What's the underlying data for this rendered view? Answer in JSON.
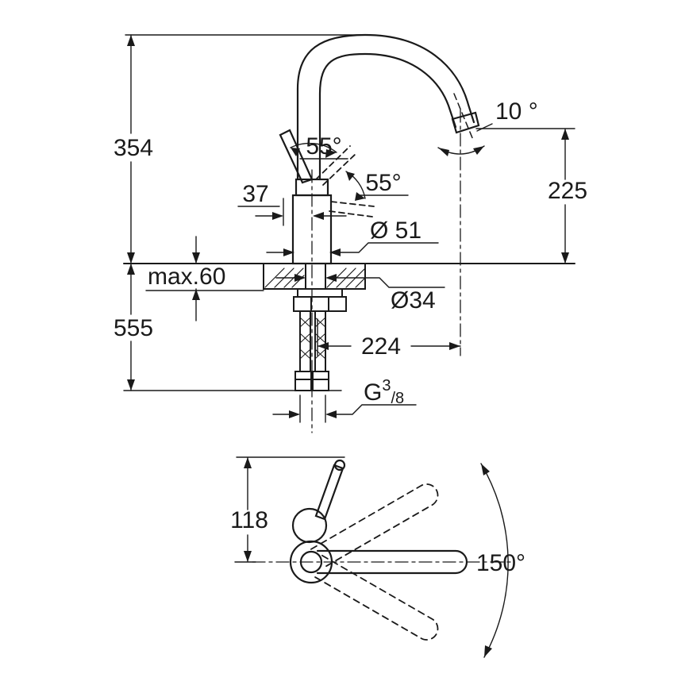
{
  "colors": {
    "line": "#1a1a1a",
    "background": "#ffffff"
  },
  "side_view": {
    "height_overall": "354",
    "depth_below": "555",
    "counter_max": "max.60",
    "body_offset": "37",
    "handle_angle_1": "55°",
    "handle_angle_2": "55°",
    "spout_tilt": "10 °",
    "outlet_height": "225",
    "body_diameter": "Ø 51",
    "hole_diameter": "Ø34",
    "spout_reach": "224",
    "thread": {
      "prefix": "G",
      "sup": "3",
      "sub": "/8"
    }
  },
  "top_view": {
    "handle_offset": "118",
    "swivel_angle": "150°"
  }
}
